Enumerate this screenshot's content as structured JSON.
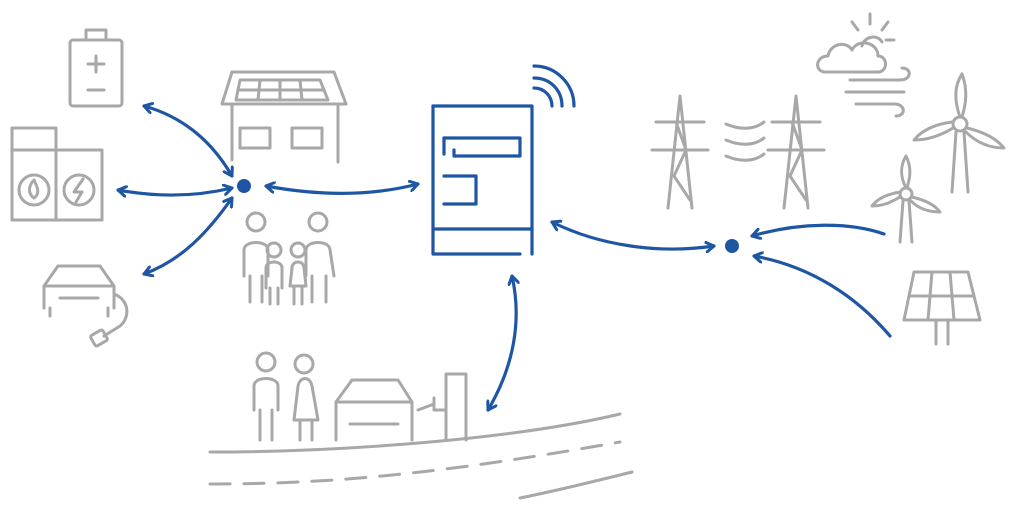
{
  "diagram": {
    "type": "energy-flow-illustration",
    "colors": {
      "accent": "#1f56a3",
      "line": "#a8a8a8",
      "background": "#ffffff"
    },
    "nodes": [
      {
        "id": "energy-manager",
        "icon": "energy-manager-device-icon"
      },
      {
        "id": "home-hub",
        "icon": "hub-dot-icon"
      },
      {
        "id": "grid-hub",
        "icon": "hub-dot-icon"
      },
      {
        "id": "battery",
        "icon": "battery-icon"
      },
      {
        "id": "heat-pump-storage",
        "icon": "heat-pump-storage-icon"
      },
      {
        "id": "electric-car",
        "icon": "electric-car-icon"
      },
      {
        "id": "house-solar",
        "icon": "house-solar-roof-icon"
      },
      {
        "id": "family",
        "icon": "family-icon"
      },
      {
        "id": "public-charging",
        "icon": "public-charging-scene-icon"
      },
      {
        "id": "power-grid",
        "icon": "power-line-towers-icon"
      },
      {
        "id": "weather",
        "icon": "sun-cloud-wind-icon"
      },
      {
        "id": "wind-turbines",
        "icon": "wind-turbine-icon"
      },
      {
        "id": "solar-panel",
        "icon": "solar-panel-icon"
      }
    ],
    "connections": [
      {
        "from": "home-hub",
        "to": "battery",
        "direction": "bidirectional"
      },
      {
        "from": "home-hub",
        "to": "heat-pump-storage",
        "direction": "bidirectional"
      },
      {
        "from": "home-hub",
        "to": "electric-car",
        "direction": "bidirectional"
      },
      {
        "from": "home-hub",
        "to": "energy-manager",
        "direction": "bidirectional"
      },
      {
        "from": "energy-manager",
        "to": "grid-hub",
        "direction": "bidirectional"
      },
      {
        "from": "energy-manager",
        "to": "public-charging",
        "direction": "bidirectional"
      },
      {
        "from": "wind-turbines",
        "to": "grid-hub",
        "direction": "one-way"
      },
      {
        "from": "solar-panel",
        "to": "grid-hub",
        "direction": "one-way"
      }
    ]
  }
}
